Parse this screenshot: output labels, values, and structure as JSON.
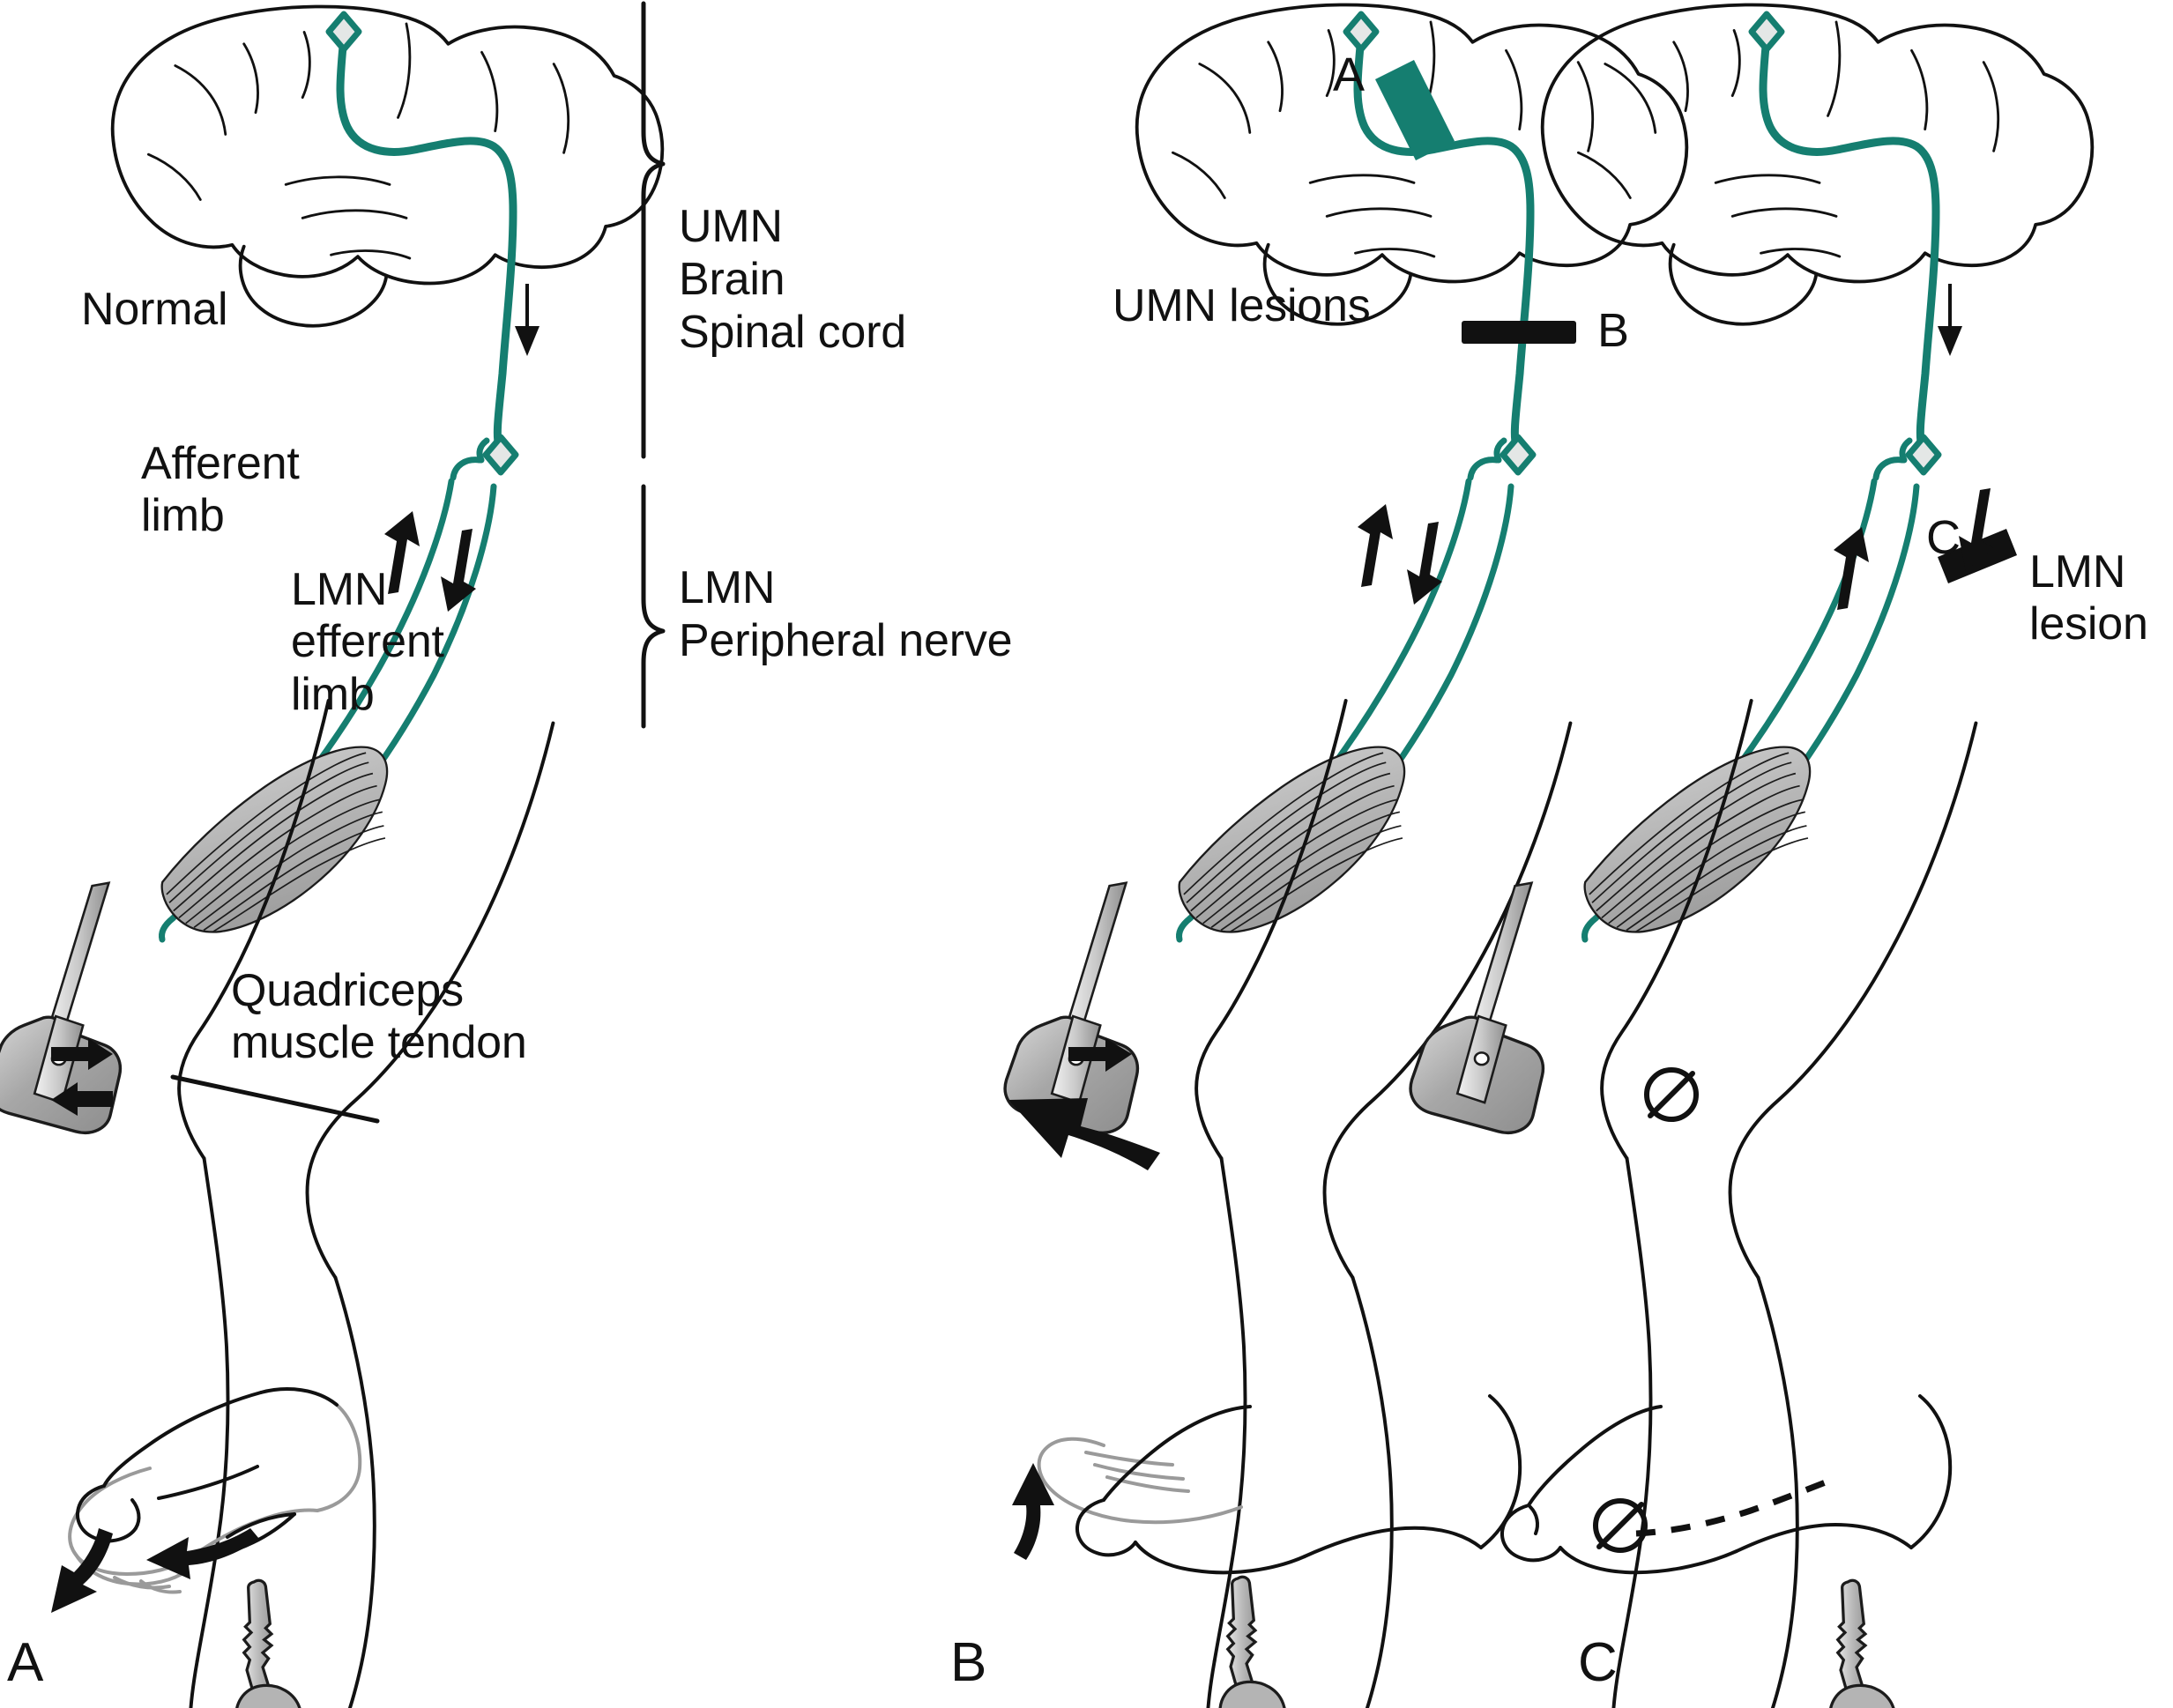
{
  "figure": {
    "title_caption": "",
    "accent_color": "#157e70",
    "line_color": "#111111",
    "ghost_color": "#9a9a9a",
    "metal_color": "#a8a8a8"
  },
  "panels": [
    {
      "letter": "A",
      "condition_label": "Normal",
      "brain_label_present": true,
      "foot_response": "plantar flexion (normal downgoing toes)",
      "knee_response": "normal brisk jerk",
      "null_markers": 0
    },
    {
      "letter": "B",
      "condition_label": "UMN lesions",
      "brain_label_present": false,
      "foot_response": "extensor / upgoing great toe (Babinski sign)",
      "knee_response": "exaggerated hyperreflexic kick",
      "null_markers": 0
    },
    {
      "letter": "C",
      "condition_label": "",
      "brain_label_present": false,
      "foot_response": "absent response",
      "knee_response": "absent reflex",
      "null_markers": 2
    }
  ],
  "braces": {
    "upper": {
      "line1": "UMN",
      "line2": "Brain",
      "line3": "Spinal cord"
    },
    "lower": {
      "line1": "LMN",
      "line2": "Peripheral nerve"
    }
  },
  "annotations": {
    "afferent_limb": "Afferent\nlimb",
    "lmn_efferent_limb": "LMN\nefferent\nlimb",
    "quadriceps_tendon": "Quadriceps\nmuscle tendon",
    "umn_lesions": "UMN lesions",
    "lmn_lesion": "LMN\nlesion"
  },
  "lesion_markers": [
    {
      "id": "A",
      "label": "A",
      "panel": "B",
      "location": "internal capsule / corona radiata (brain)",
      "color": "#157e70"
    },
    {
      "id": "B",
      "label": "B",
      "panel": "B",
      "location": "spinal cord (corticospinal tract)",
      "color": "#111111"
    },
    {
      "id": "C",
      "label": "C",
      "panel": "C",
      "location": "peripheral nerve (lower motor neuron)",
      "color": "#111111"
    }
  ],
  "icons": {
    "reflex_hammer": "reflex-hammer-icon",
    "key": "key-icon",
    "null_sign": "null-sign-icon",
    "synapse_diamond": "synapse-diamond-icon"
  }
}
